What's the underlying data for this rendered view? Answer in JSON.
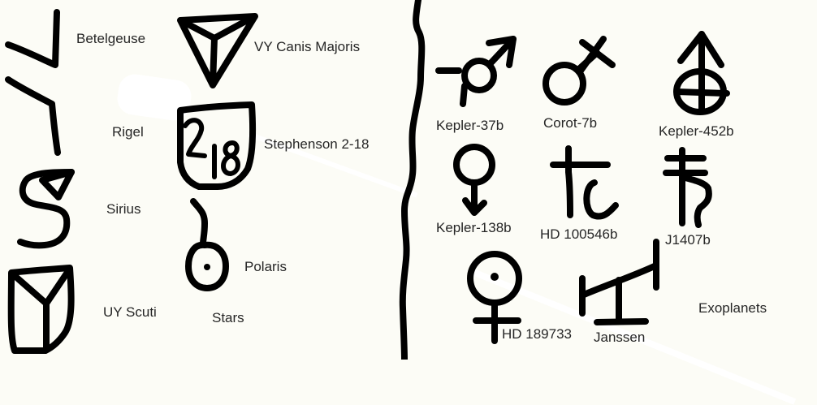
{
  "canvas": {
    "background": "#fcfcf6",
    "ink_color": "#000000",
    "text_color": "#262626"
  },
  "stars": {
    "section_label": "Stars",
    "items": [
      {
        "name": "Betelgeuse",
        "glyph": "check-mark-glyph"
      },
      {
        "name": "VY Canis Majoris",
        "glyph": "inverted-triangle-y-glyph"
      },
      {
        "name": "Rigel",
        "glyph": "bent-stroke-glyph"
      },
      {
        "name": "Stephenson 2-18",
        "glyph": "shield-2-18-glyph"
      },
      {
        "name": "Sirius",
        "glyph": "s-with-flag-glyph"
      },
      {
        "name": "Polaris",
        "glyph": "hooked-circle-dot-glyph"
      },
      {
        "name": "UY Scuti",
        "glyph": "shield-y-glyph"
      }
    ]
  },
  "exoplanets": {
    "section_label": "Exoplanets",
    "items": [
      {
        "name": "Kepler-37b",
        "glyph": "mars-cross-glyph"
      },
      {
        "name": "Corot-7b",
        "glyph": "circle-x-glyph"
      },
      {
        "name": "Kepler-452b",
        "glyph": "arrow-earth-glyph"
      },
      {
        "name": "Kepler-138b",
        "glyph": "circle-down-arrow-glyph"
      },
      {
        "name": "HD 100546b",
        "glyph": "saturn-like-glyph"
      },
      {
        "name": "J1407b",
        "glyph": "double-bar-hook-glyph"
      },
      {
        "name": "HD 189733",
        "glyph": "venus-dot-glyph"
      },
      {
        "name": "Janssen",
        "glyph": "seesaw-glyph"
      }
    ]
  }
}
